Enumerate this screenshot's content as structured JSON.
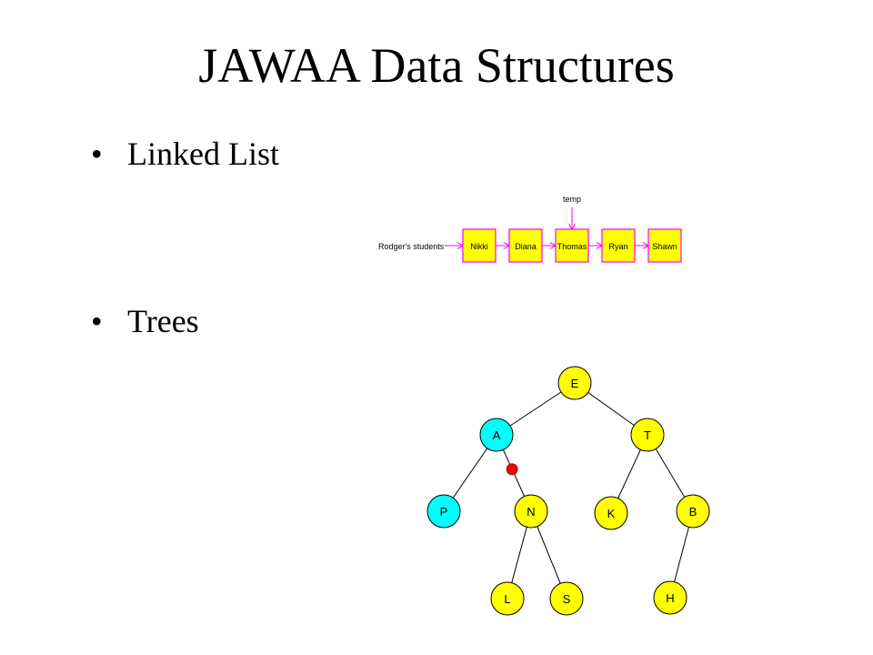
{
  "slide": {
    "title": "JAWAA Data Structures",
    "bullets": [
      "Linked List",
      "Trees"
    ],
    "bullet_glyph": "•"
  },
  "linked_list": {
    "head_label": "Rodger's students",
    "pointer_label": "temp",
    "pointer_target_index": 2,
    "nodes": [
      "Nikki",
      "Diana",
      "Thomas",
      "Ryan",
      "Shawn"
    ],
    "colors": {
      "fill": "#ffff00",
      "border": "#ff00ff",
      "arrow": "#ff00ff"
    }
  },
  "tree": {
    "colors": {
      "yellow": "#ffff00",
      "cyan": "#00ffff",
      "highlight": "#ff0000",
      "edge": "#000000"
    },
    "nodes": [
      {
        "id": "E",
        "label": "E",
        "color": "yellow"
      },
      {
        "id": "A",
        "label": "A",
        "color": "cyan"
      },
      {
        "id": "T",
        "label": "T",
        "color": "yellow"
      },
      {
        "id": "P",
        "label": "P",
        "color": "cyan"
      },
      {
        "id": "N",
        "label": "N",
        "color": "yellow"
      },
      {
        "id": "K",
        "label": "K",
        "color": "yellow"
      },
      {
        "id": "B",
        "label": "B",
        "color": "yellow"
      },
      {
        "id": "L",
        "label": "L",
        "color": "yellow"
      },
      {
        "id": "S",
        "label": "S",
        "color": "yellow"
      },
      {
        "id": "H",
        "label": "H",
        "color": "yellow"
      }
    ],
    "edges": [
      [
        "E",
        "A"
      ],
      [
        "E",
        "T"
      ],
      [
        "A",
        "P"
      ],
      [
        "A",
        "N"
      ],
      [
        "T",
        "K"
      ],
      [
        "T",
        "B"
      ],
      [
        "N",
        "L"
      ],
      [
        "N",
        "S"
      ],
      [
        "B",
        "H"
      ]
    ],
    "highlight_edge": [
      "A",
      "N"
    ]
  }
}
